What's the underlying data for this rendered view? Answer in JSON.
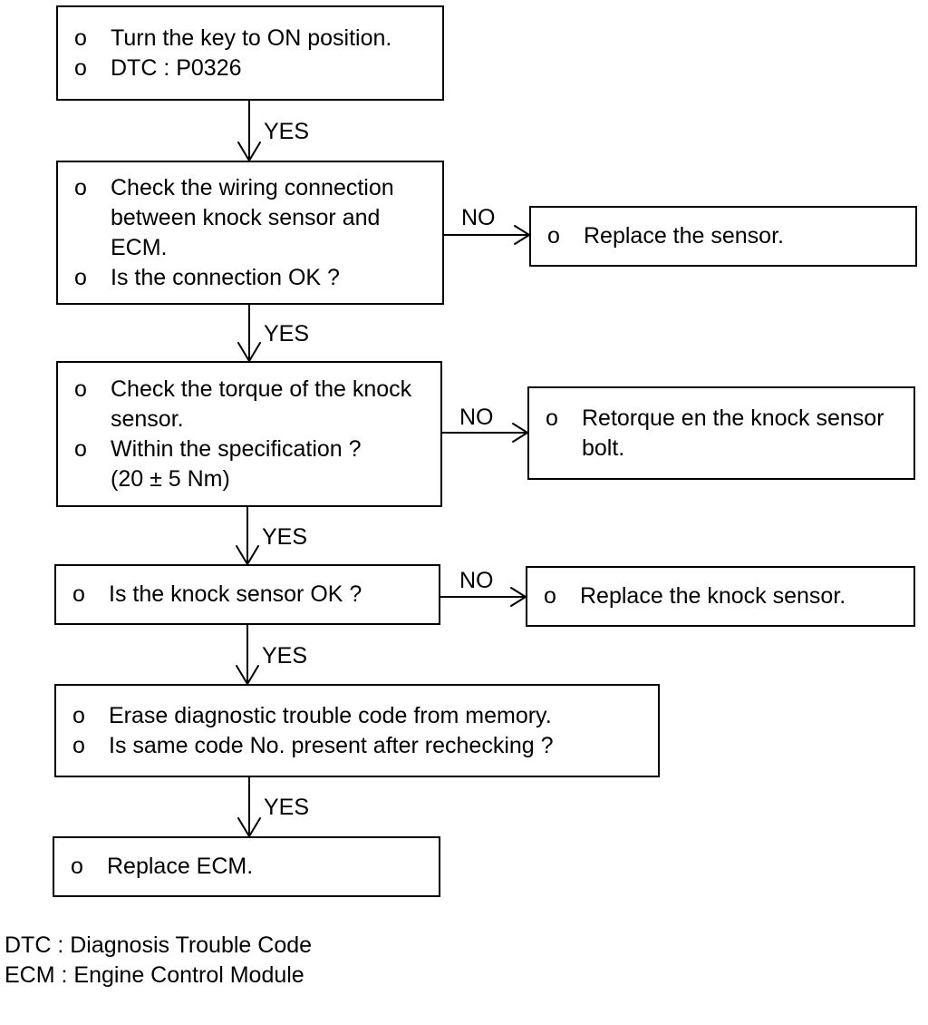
{
  "boxes": {
    "start": {
      "items": [
        "Turn the key to ON position.",
        "DTC : P0326"
      ]
    },
    "wiring_check": {
      "items": [
        "Check the wiring connection",
        "between knock sensor and",
        "ECM.",
        "Is the connection OK ?"
      ]
    },
    "replace_sensor": {
      "items": [
        "Replace the sensor."
      ]
    },
    "torque_check": {
      "items": [
        "Check the torque of the knock",
        "sensor.",
        "Within the specification ?",
        "(20 ± 5 Nm)"
      ]
    },
    "retorque": {
      "items": [
        "Retorque en the knock sensor",
        "bolt."
      ]
    },
    "knock_sensor_check": {
      "items": [
        "Is the knock sensor OK ?"
      ]
    },
    "replace_knock_sensor": {
      "items": [
        "Replace the knock sensor."
      ]
    },
    "erase_dtc": {
      "items": [
        "Erase diagnostic trouble code from memory.",
        "Is same code No. present after rechecking ?"
      ]
    },
    "replace_ecm": {
      "items": [
        "Replace ECM."
      ]
    }
  },
  "bullet_symbol": "o",
  "labels": {
    "yes": "YES",
    "no": "NO"
  },
  "legend": {
    "dtc": "DTC : Diagnosis Trouble Code",
    "ecm": "ECM : Engine Control Module"
  }
}
